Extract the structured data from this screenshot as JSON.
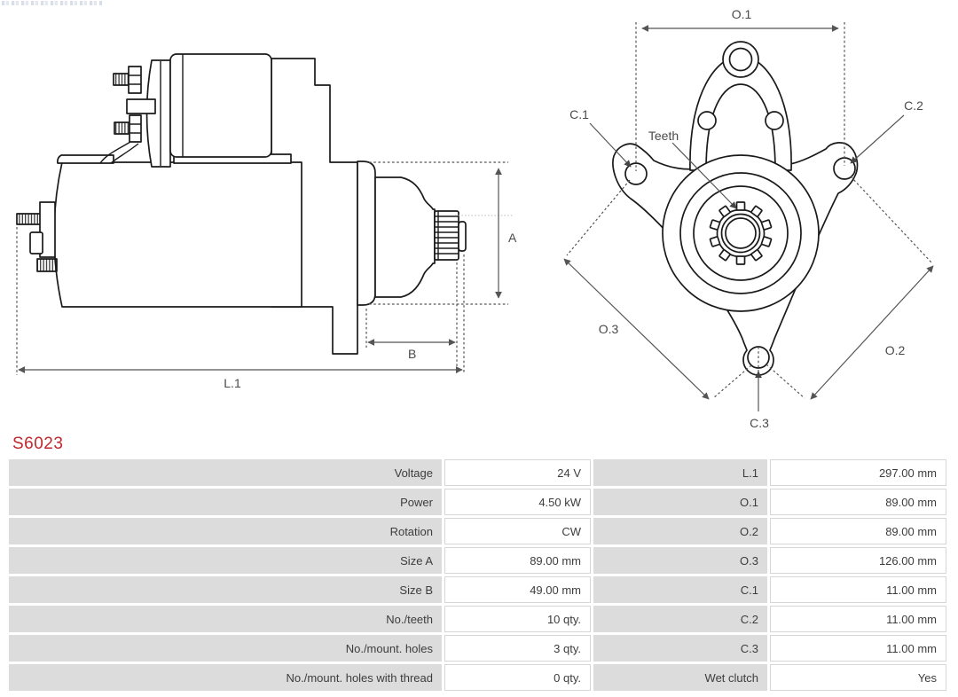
{
  "part_number": "S6023",
  "colors": {
    "part_number_red": "#c0282e",
    "table_label_bg": "#dcdcdc",
    "table_text": "#3d3d3d",
    "drawing_line": "#1a1a1a"
  },
  "side_view": {
    "dim_a": "A",
    "dim_b": "B",
    "dim_l1": "L.1"
  },
  "front_view": {
    "dim_o1": "O.1",
    "dim_o2": "O.2",
    "dim_o3": "O.3",
    "dim_c1": "C.1",
    "dim_c2": "C.2",
    "dim_c3": "C.3",
    "teeth_label": "Teeth"
  },
  "spec_table": {
    "rows": [
      {
        "label1": "Voltage",
        "value1": "24 V",
        "label2": "L.1",
        "value2": "297.00 mm"
      },
      {
        "label1": "Power",
        "value1": "4.50 kW",
        "label2": "O.1",
        "value2": "89.00 mm"
      },
      {
        "label1": "Rotation",
        "value1": "CW",
        "label2": "O.2",
        "value2": "89.00 mm"
      },
      {
        "label1": "Size A",
        "value1": "89.00 mm",
        "label2": "O.3",
        "value2": "126.00 mm"
      },
      {
        "label1": "Size B",
        "value1": "49.00 mm",
        "label2": "C.1",
        "value2": "11.00 mm"
      },
      {
        "label1": "No./teeth",
        "value1": "10 qty.",
        "label2": "C.2",
        "value2": "11.00 mm"
      },
      {
        "label1": "No./mount. holes",
        "value1": "3 qty.",
        "label2": "C.3",
        "value2": "11.00 mm"
      },
      {
        "label1": "No./mount. holes with thread",
        "value1": "0 qty.",
        "label2": "Wet clutch",
        "value2": "Yes"
      }
    ]
  }
}
